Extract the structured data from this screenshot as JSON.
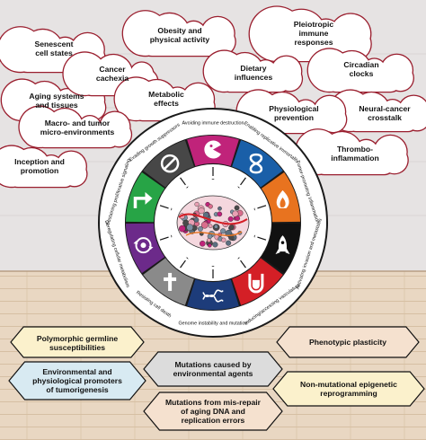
{
  "clouds": {
    "senescent": "Senescent\ncell states",
    "obesity": "Obesity and\nphysical activity",
    "pleiotropic": "Pleiotropic\nimmune\nresponses",
    "cancer_cachexia": "Cancer\ncachexia",
    "dietary": "Dietary\ninfluences",
    "circadian": "Circadian\nclocks",
    "metabolic": "Metabolic\neffects",
    "aging": "Aging systems\nand tissues",
    "physiological_prevention": "Physiological\nprevention",
    "neural_cancer": "Neural-cancer\ncrosstalk",
    "macro": "Macro- and tumor\nmicro-environments",
    "inception": "Inception and\npromotion",
    "thrombo": "Thrombo-\ninflammation"
  },
  "hallmarks": [
    {
      "label": "Sustaining proliferative signaling",
      "color": "#27a446",
      "icon": "arrow-icon"
    },
    {
      "label": "Evading growth suppressors",
      "color": "#474747",
      "icon": "no-entry-icon"
    },
    {
      "label": "Avoiding immune destruction",
      "color": "#c0237a",
      "icon": "pacman-icon"
    },
    {
      "label": "Enabling replicative immortality",
      "color": "#1a5fa8",
      "icon": "infinity-icon"
    },
    {
      "label": "Tumor-promoting inflammation",
      "color": "#e8731f",
      "icon": "flame-icon"
    },
    {
      "label": "Activating invasion and metastasis",
      "color": "#111111",
      "icon": "rocket-icon"
    },
    {
      "label": "Inducing/accessing vasculature",
      "color": "#d41f26",
      "icon": "vessel-icon"
    },
    {
      "label": "Genome instability and mutation",
      "color": "#1d3c7a",
      "icon": "dna-icon"
    },
    {
      "label": "Resisting cell death",
      "color": "#8a8a8a",
      "icon": "cross-icon"
    },
    {
      "label": "Deregulating cellular metabolism",
      "color": "#6c2a8a",
      "icon": "metabolism-icon"
    }
  ],
  "hexagons": {
    "polymorphic": "Polymorphic germline\nsusceptibilities",
    "phenotypic": "Phenotypic plasticity",
    "mutations_env": "Mutations caused by\nenvironmental agents",
    "environmental": "Environmental and\nphysiological promoters\nof tumorigenesis",
    "non_mutational": "Non-mutational epigenetic\nreprogramming",
    "mutations_aging": "Mutations from mis-repair\nof aging DNA and\nreplication errors"
  },
  "colors": {
    "background": "#e8e5e4",
    "floor": "#e8d8c4",
    "hex_yellow": "#fbf1cc",
    "hex_tan": "#f5e1cf",
    "hex_gray": "#dcdcdc",
    "hex_blue": "#d8eaf2",
    "cloud_outline": "#9a1e2e"
  }
}
